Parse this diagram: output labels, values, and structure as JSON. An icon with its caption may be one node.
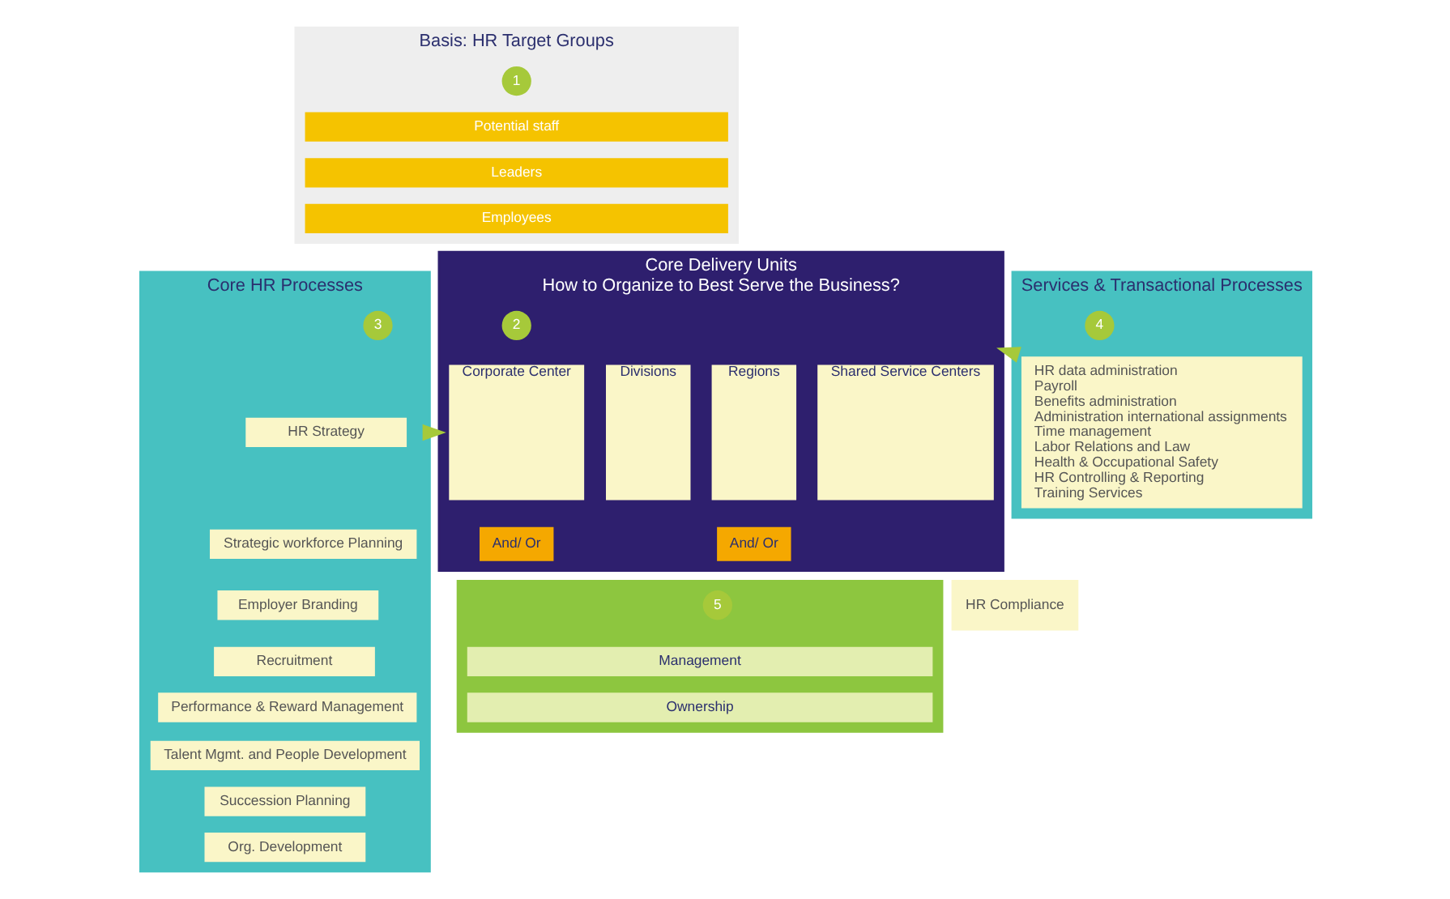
{
  "diagram": {
    "nodes": [
      {
        "text": [
          "Basis: HR Target Groups"
        ],
        "beside": [
          "1"
        ]
      },
      {
        "text": [
          "Potential staff"
        ],
        "in": 0
      },
      {
        "text": [
          "Leaders"
        ],
        "in": 0
      },
      {
        "text": [
          "Employees"
        ],
        "in": 0
      },
      {
        "text": [
          "Core HR Processes"
        ],
        "beside": [
          "3"
        ]
      },
      {
        "text": [
          "HR Strategy"
        ],
        "in": 4
      },
      {
        "text": [
          "Strategic workforce Planning"
        ],
        "in": 4
      },
      {
        "text": [
          "Employer Branding"
        ],
        "in": 4
      },
      {
        "text": [
          "Recruitment"
        ],
        "in": 4
      },
      {
        "text": [
          "Performance & Reward Management"
        ],
        "in": 4
      },
      {
        "text": [
          "Talent Mgmt. and People Development"
        ],
        "in": 4
      },
      {
        "text": [
          "Succession Planning"
        ],
        "in": 4
      },
      {
        "text": [
          "Org. Development"
        ],
        "in": 4
      },
      {
        "text": [
          "Core Delivery Units",
          "How to Organize to Best Serve the Business?"
        ],
        "beside": [
          "2"
        ]
      },
      {
        "text": [
          "Corporate Center"
        ],
        "in": 13
      },
      {
        "text": [
          "Divisions"
        ],
        "in": 13
      },
      {
        "text": [
          "Regions"
        ],
        "in": 13
      },
      {
        "text": [
          "Shared Service Centers"
        ],
        "in": 13
      },
      {
        "text": [
          "And/ Or"
        ],
        "in": 13
      },
      {
        "text": [
          "And/ Or"
        ],
        "in": 13
      },
      {
        "text": [
          "Services & Transactional Processes"
        ],
        "beside": [
          "4"
        ]
      },
      {
        "text": [
          "HR data administration",
          "Payroll",
          "Benefits administration",
          "Administration international assignments",
          "Time management",
          "Labor Relations and Law",
          "Health & Occupational Safety",
          "HR Controlling & Reporting",
          "Training Services"
        ],
        "in": 20
      },
      {
        "text": [],
        "shape": "box",
        "beside": [
          "5"
        ]
      },
      {
        "text": [
          "Management"
        ],
        "in": 22
      },
      {
        "text": [
          "Ownership"
        ],
        "in": 22
      },
      {
        "text": [
          "HR Compliance"
        ]
      }
    ],
    "edges": [
      {
        "from": 4,
        "to": 13,
        "arrow": "to"
      },
      {
        "from": 20,
        "to": 13,
        "arrow": "to"
      }
    ]
  }
}
